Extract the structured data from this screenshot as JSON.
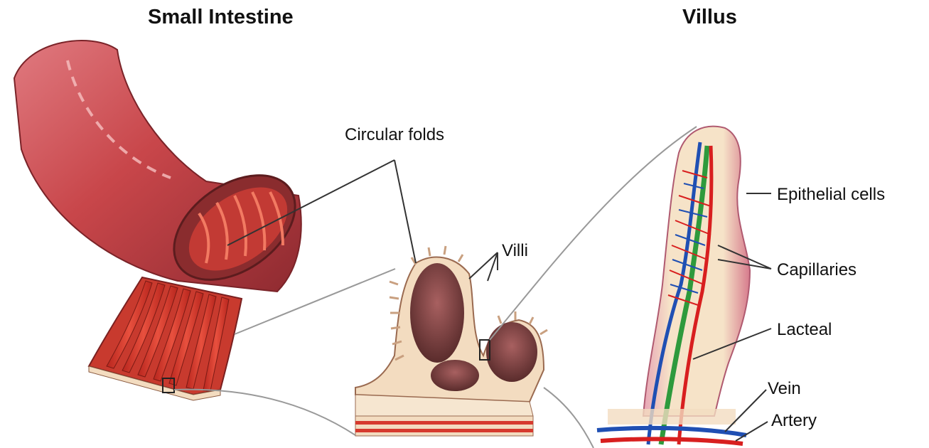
{
  "titles": {
    "small_intestine": "Small Intestine",
    "villus": "Villus"
  },
  "labels": {
    "circular_folds": "Circular folds",
    "villi": "Villi",
    "epithelial_cells": "Epithelial cells",
    "capillaries": "Capillaries",
    "lacteal": "Lacteal",
    "vein": "Vein",
    "artery": "Artery"
  },
  "colors": {
    "intestine_outer": "#c8464a",
    "intestine_highlight": "#f2a5a5",
    "fold_red": "#d63a2e",
    "tissue_cream": "#f3dcc0",
    "villi_dark": "#6b3a3a",
    "epithelium_pink": "#d98a9c",
    "vein_blue": "#1f4fb3",
    "artery_red": "#d81f1f",
    "lacteal_green": "#2e9a3c",
    "leader_line": "#333333",
    "zoom_line": "#999999"
  }
}
